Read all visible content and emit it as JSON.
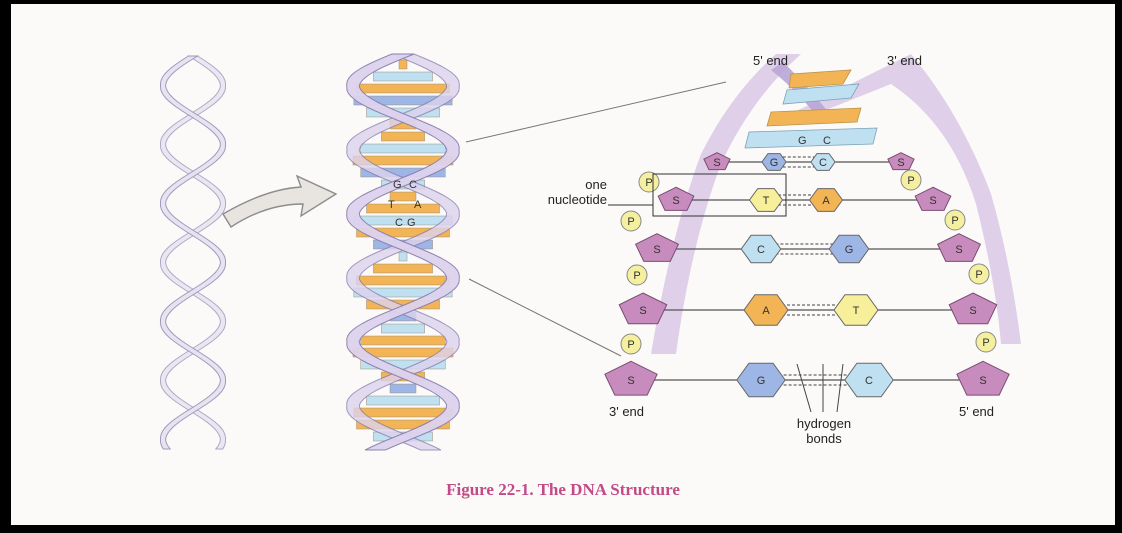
{
  "labels": {
    "five_prime_top": "5' end",
    "three_prime_top": "3' end",
    "three_prime_bottom": "3' end",
    "five_prime_bottom": "5' end",
    "one_nucleotide": "one\nnucleotide",
    "hydrogen_bonds": "hydrogen\nbonds"
  },
  "caption": "Figure 22-1. The DNA Structure",
  "mid_helix_letters": [
    [
      "G",
      "C"
    ],
    [
      "T",
      "A"
    ],
    [
      "C",
      "G"
    ]
  ],
  "top_bases": [
    "G",
    "C"
  ],
  "rungs": [
    {
      "left": "S",
      "b1": "G",
      "b2": "C",
      "right": "S"
    },
    {
      "left": "S",
      "b1": "T",
      "b2": "A",
      "right": "S"
    },
    {
      "left": "S",
      "b1": "C",
      "b2": "G",
      "right": "S"
    },
    {
      "left": "S",
      "b1": "A",
      "b2": "T",
      "right": "S"
    },
    {
      "left": "S",
      "b1": "G",
      "b2": "C",
      "right": "S"
    }
  ],
  "phosphate": "P",
  "colors": {
    "sugar": "#c88bbd",
    "phosphate": "#f5f0a0",
    "cytosine": "#bfe0f0",
    "guanine": "#9eb6e6",
    "adenine": "#f2b455",
    "thymine": "#f7ef9a",
    "ribbon": "#cfc6e6",
    "caption": "#c24a86"
  }
}
